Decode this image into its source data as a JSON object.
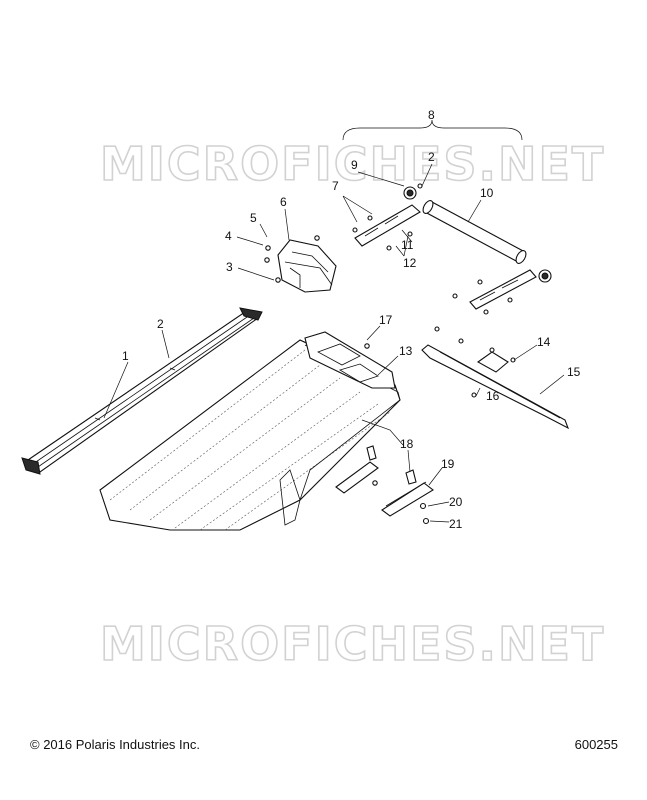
{
  "watermark": "MICROFICHES.NET",
  "footer": {
    "copyright": "© 2016 Polaris Industries Inc.",
    "diagram_number": "600255"
  },
  "callouts": {
    "c1": "1",
    "c2a": "2",
    "c2b": "2",
    "c3": "3",
    "c4": "4",
    "c5": "5",
    "c6": "6",
    "c7": "7",
    "c8": "8",
    "c9": "9",
    "c10": "10",
    "c11": "11",
    "c12": "12",
    "c13": "13",
    "c14": "14",
    "c15": "15",
    "c16": "16",
    "c17": "17",
    "c18": "18",
    "c19": "19",
    "c20": "20",
    "c21": "21"
  }
}
